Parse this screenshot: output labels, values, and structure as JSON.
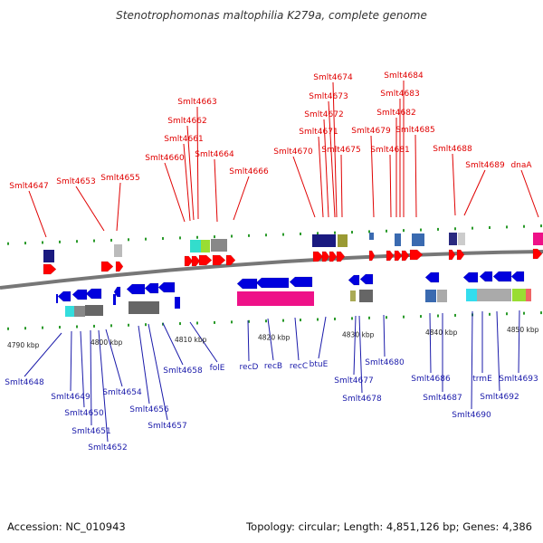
{
  "title": "Stenotrophomonas maltophilia K279a, complete genome",
  "footer": {
    "accession": "Accession: NC_010943",
    "summary": "Topology: circular; Length: 4,851,126 bp; Genes: 4,386"
  },
  "colors": {
    "top_label": "#e00000",
    "bottom_label": "#1a1aaa",
    "top_arrow": "#ff0000",
    "bottom_arrow": "#0000dd",
    "backbone": "#777777",
    "tick": "#2a9a2a"
  },
  "scale_labels": [
    "4790 kbp",
    "4800 kbp",
    "4810 kbp",
    "4820 kbp",
    "4830 kbp",
    "4840 kbp",
    "4850 kbp"
  ],
  "top_genes": [
    "Smlt4647",
    "Smlt4653",
    "Smlt4655",
    "Smlt4660",
    "Smlt4661",
    "Smlt4662",
    "Smlt4663",
    "Smlt4664",
    "Smlt4666",
    "Smlt4670",
    "Smlt4671",
    "Smlt4672",
    "Smlt4673",
    "Smlt4674",
    "Smlt4675",
    "Smlt4679",
    "Smlt4681",
    "Smlt4682",
    "Smlt4683",
    "Smlt4684",
    "Smlt4685",
    "Smlt4688",
    "Smlt4689",
    "dnaA"
  ],
  "bottom_genes": [
    "Smlt4648",
    "Smlt4649",
    "Smlt4650",
    "Smlt4651",
    "Smlt4652",
    "Smlt4654",
    "Smlt4656",
    "Smlt4657",
    "Smlt4658",
    "folE",
    "recD",
    "recB",
    "recC",
    "btuE",
    "Smlt4677",
    "Smlt4678",
    "Smlt4680",
    "Smlt4686",
    "Smlt4687",
    "Smlt4690",
    "trmE",
    "Smlt4692",
    "Smlt4693"
  ]
}
